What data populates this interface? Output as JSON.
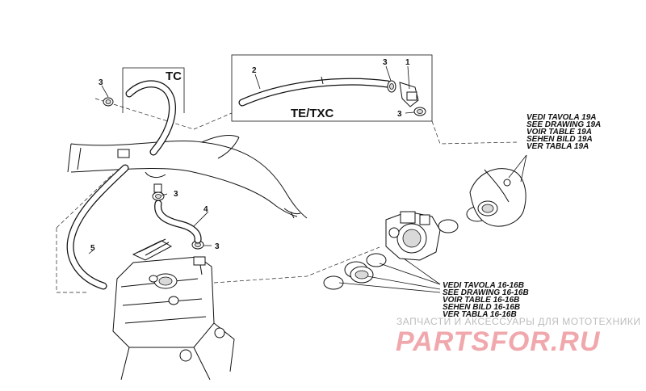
{
  "box_labels": {
    "tc": "TC",
    "te_txc": "TE/TXC"
  },
  "callouts": {
    "c1": "1",
    "c2": "2",
    "c3_a": "3",
    "c3_b": "3",
    "c3_c": "3",
    "c3_d": "3",
    "c3_e": "3",
    "c4": "4",
    "c5": "5"
  },
  "ref_19a": [
    "VEDI TAVOLA 19A",
    "SEE DRAWING 19A",
    "VOIR TABLE 19A",
    "SEHEN BILD 19A",
    "VER TABLA 19A"
  ],
  "ref_16b": [
    "VEDI TAVOLA 16-16B",
    "SEE DRAWING 16-16B",
    "VOIR TABLE 16-16B",
    "SEHEN BILD 16-16B",
    "VER TABLA 16-16B"
  ],
  "watermark": {
    "tagline": "ЗАПЧАСТИ И АКСЕССУАРЫ ДЛЯ МОТОТЕХНИКИ",
    "logo": "PARTSFOR.RU"
  },
  "colors": {
    "ink": "#111111",
    "watermark_text": "#bdbdbd",
    "watermark_logo": "#f0a8ad"
  }
}
